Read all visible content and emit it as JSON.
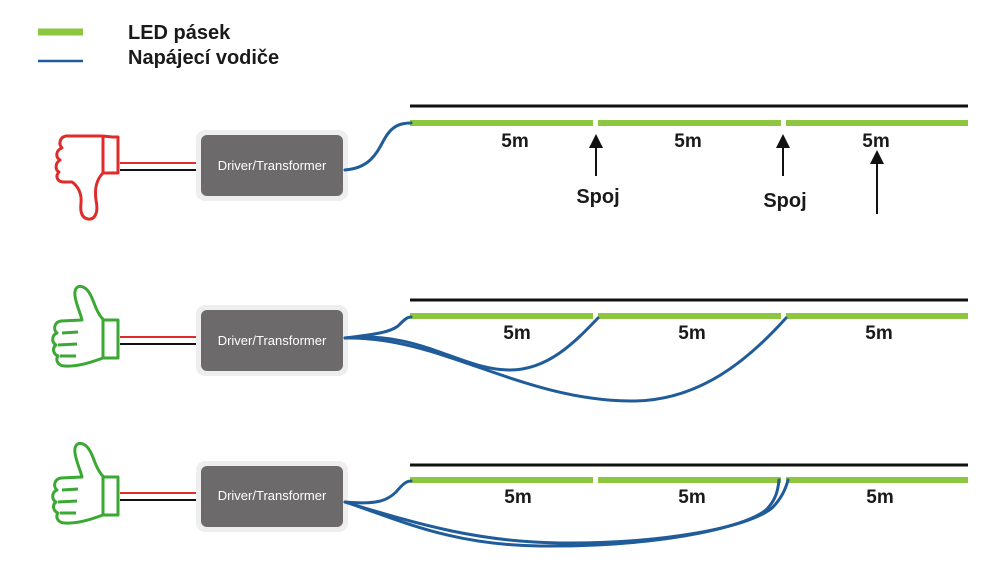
{
  "legend": {
    "led_strip_label": "LED pásek",
    "power_wires_label": "Napájecí vodiče"
  },
  "colors": {
    "led_strip": "#8dc63f",
    "power_wire": "#1f5c99",
    "bad": "#e02b2b",
    "good": "#3aa832",
    "driver_box": "#6d6a6b",
    "rail": "#111111"
  },
  "icons": {
    "bad_scenario": "thumbs-down-icon",
    "good_scenario": "thumbs-up-icon"
  },
  "scenarios": [
    {
      "verdict": "bad",
      "driver_label": "Driver/Transformer",
      "segments": [
        "5m",
        "5m",
        "5m"
      ],
      "joint_labels": [
        "Spoj",
        "Spoj"
      ]
    },
    {
      "verdict": "good",
      "driver_label": "Driver/Transformer",
      "segments": [
        "5m",
        "5m",
        "5m"
      ]
    },
    {
      "verdict": "good",
      "driver_label": "Driver/Transformer",
      "segments": [
        "5m",
        "5m",
        "5m"
      ]
    }
  ]
}
